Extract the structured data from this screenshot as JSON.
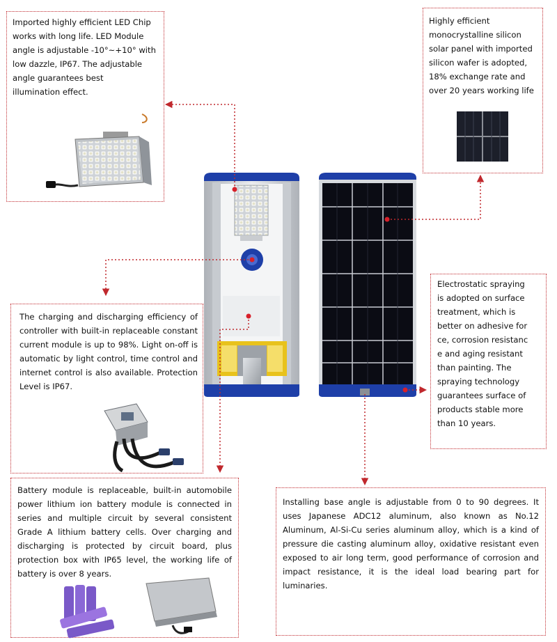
{
  "captions": {
    "led_module": "Imported highly efficient LED Chip\nworks with long life. LED Module\nangle is adjustable -10°~+10° with\nlow dazzle, IP67. The adjustable\nangle guarantees best\nillumination effect.",
    "solar_panel": "Highly efficient\nmonocrystalline silicon\nsolar panel with imported\nsilicon wafer is adopted,\n18% exchange rate and\nover 20 years working life",
    "controller": "The charging and discharging efficiency of controller with built-in replaceable constant current module is up to 98%. Light on-off is automatic by light control, time control and internet control is also available. Protection Level is IP67.",
    "surface": "Electrostatic spraying\nis adopted on surface\n  treatment, which is\nbetter on adhesive for\nce, corrosion resistanc\ne and aging resistant\nthan painting.  The\nspraying technology\nguarantees surface of\nproducts stable more\nthan 10 years.",
    "battery": "Battery module is replaceable, built-in automobile power lithium ion battery module is connected in series and multiple circuit by several consistent Grade A lithium battery cells. Over charging and discharging is protected by circuit board, plus protection box with IP65 level, the working life of battery is over 8 years.",
    "base": "Installing base angle is adjustable from 0 to 90 degrees. It uses Japanese ADC12 aluminum, also known as No.12 Aluminum, Al-Si-Cu series aluminum alloy, which is a kind of pressure die casting aluminum alloy, oxidative resistant even exposed to air long term, good performance of corrosion and impact resistance, it is the ideal load bearing part for luminaries."
  },
  "colors": {
    "callout": "#c0282d",
    "frame_blue": "#1e3fa8",
    "bracket_yellow": "#e8c21c",
    "cell_dark": "#0b0c14"
  },
  "icons": [
    "led-module-photo",
    "solar-cell-photo",
    "controller-photo",
    "battery-cells-photo",
    "battery-box-photo",
    "streetlight-front",
    "streetlight-back"
  ]
}
